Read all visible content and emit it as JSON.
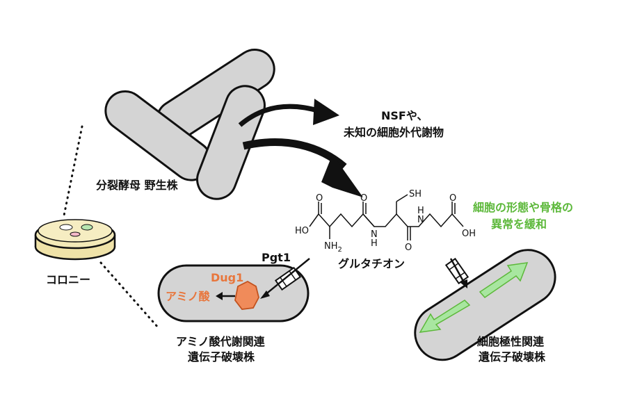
{
  "labels": {
    "wild_type": "分裂酵母 野生株",
    "colony": "コロニー",
    "nsf_line1": "NSFや、",
    "nsf_line2": "未知の細胞外代謝物",
    "glutathione": "グルタチオン",
    "pgt1": "Pgt1",
    "dug1": "Dug1",
    "amino_acid": "アミノ酸",
    "amino_mutant_line1": "アミノ酸代謝関連",
    "amino_mutant_line2": "遺伝子破壊株",
    "rescue_line1": "細胞の形態や骨格の",
    "rescue_line2": "異常を緩和",
    "polarity_mutant_line1": "細胞極性関連",
    "polarity_mutant_line2": "遺伝子破壊株"
  },
  "chem": {
    "sh": "SH",
    "ho_left": "HO",
    "o_left": "O",
    "nh2_n": "NH",
    "nh2_sub": "2",
    "n_first": "N",
    "h_first": "H",
    "o_mid_top": "O",
    "o_mid_bottom": "O",
    "n_second": "N",
    "h_second": "H",
    "oh_right": "OH",
    "o_right": "O"
  },
  "colors": {
    "cell_fill": "#d4d4d4",
    "outline": "#111111",
    "orange": "#e8763c",
    "green": "#5cb83a",
    "green_arrow": "#a8e6a0",
    "dish_fill": "#f3e9b8"
  }
}
